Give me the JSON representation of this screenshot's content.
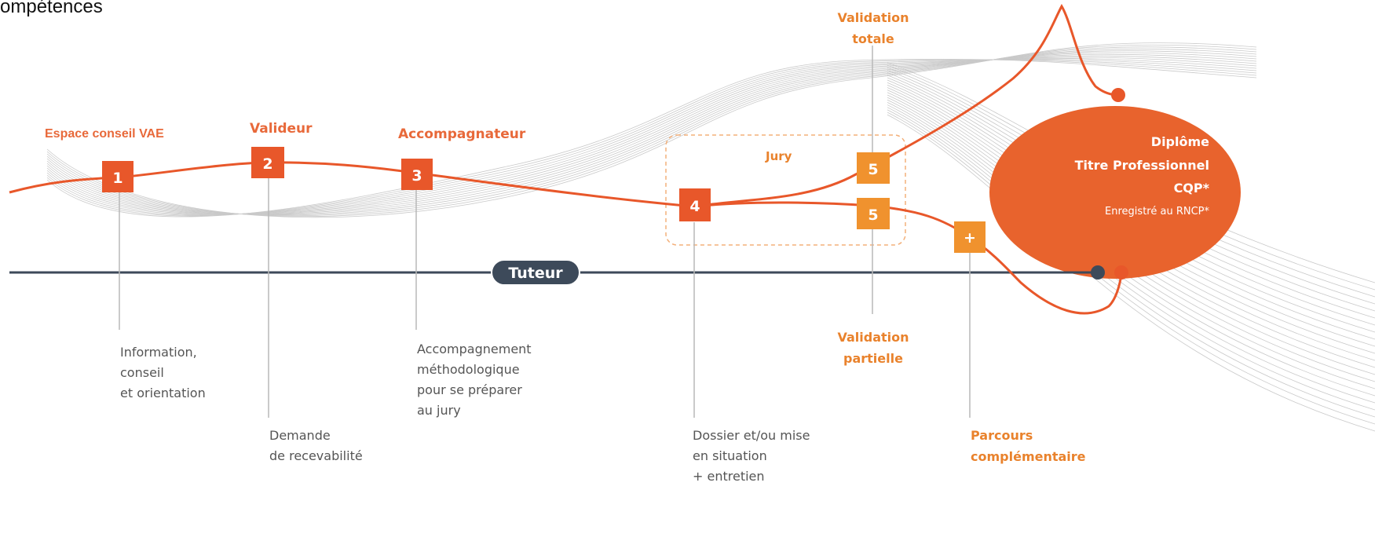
{
  "header": {
    "title_fragment": "ompétences"
  },
  "steps": [
    {
      "number": "1",
      "role": "Espace conseil VAE",
      "description": [
        "Information,",
        "conseil",
        "et orientation"
      ]
    },
    {
      "number": "2",
      "role": "Valideur",
      "description": [
        "Demande",
        "de recevabilité"
      ]
    },
    {
      "number": "3",
      "role": "Accompagnateur",
      "description": [
        "Accompagnement",
        "méthodologique",
        "pour se préparer",
        "au jury"
      ]
    },
    {
      "number": "4",
      "description": [
        "Dossier et/ou mise",
        "en situation",
        "+ entretien"
      ]
    }
  ],
  "jury": {
    "label": "Jury"
  },
  "validation_totale": {
    "number": "5",
    "label": [
      "Validation",
      "totale"
    ]
  },
  "validation_partielle": {
    "number": "5",
    "label": [
      "Validation",
      "partielle"
    ]
  },
  "parcours": {
    "symbol": "+",
    "label": [
      "Parcours",
      "complémentaire"
    ]
  },
  "tuteur": {
    "label": "Tuteur"
  },
  "diplome": {
    "lines": [
      "Diplôme",
      "Titre Professionnel",
      "CQP*"
    ],
    "subline": "Enregistré au RNCP*"
  },
  "colors": {
    "orange": "#e8572a",
    "light_orange": "#f0a23c",
    "label_orange": "#e9822c",
    "dark_line": "#3d4a5a",
    "grey_waves": "#c9c9c9"
  }
}
